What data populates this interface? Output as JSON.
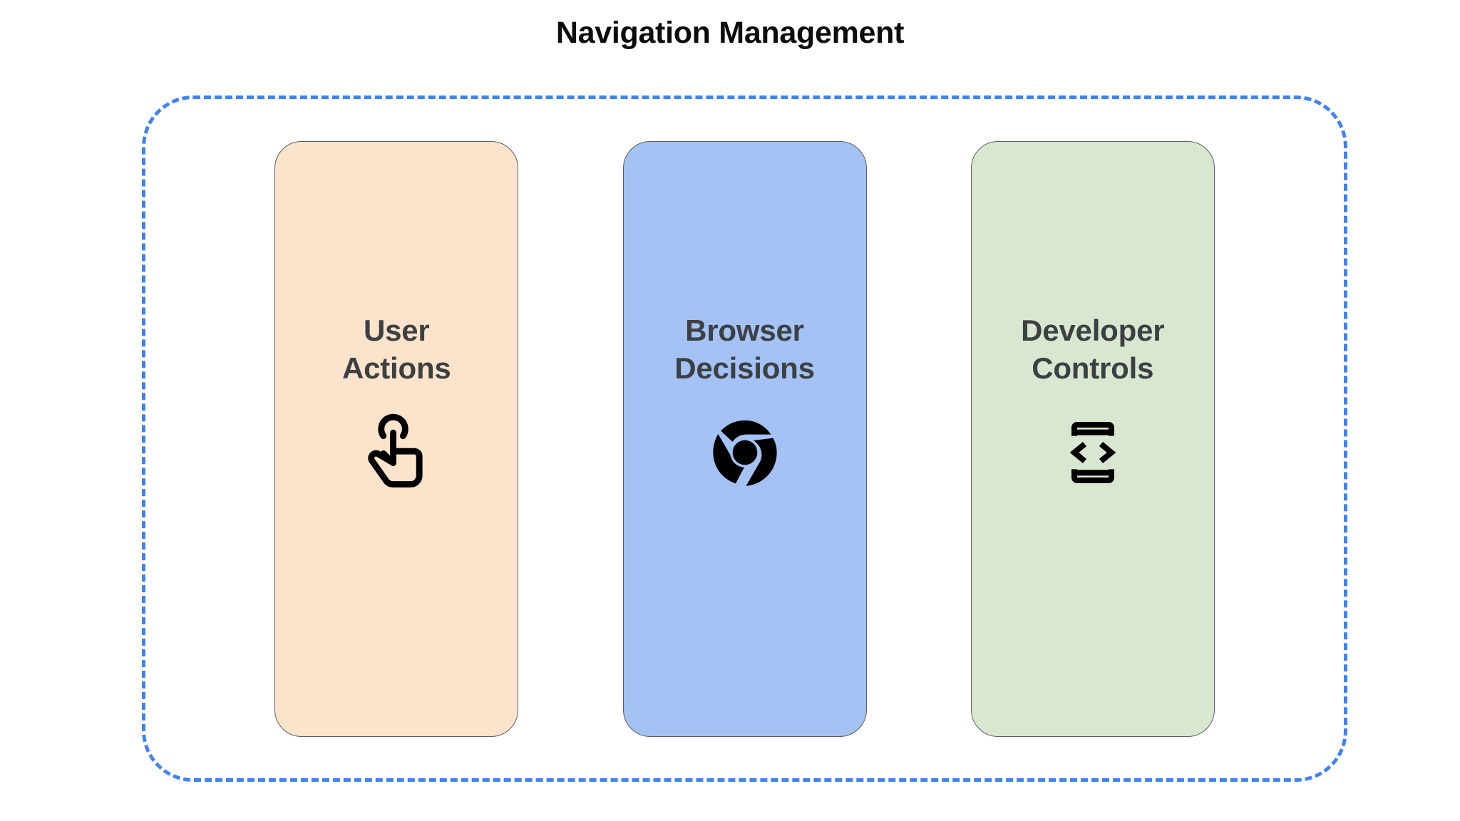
{
  "page": {
    "title": "Navigation Management",
    "background_color": "#ffffff",
    "title_color": "#0c0c0c"
  },
  "group": {
    "name": "navigation-management-group",
    "border_color": "#3f82f0",
    "border_style": "dashed"
  },
  "cards": [
    {
      "id": "user-actions",
      "label_line1": "User",
      "label_line2": "Actions",
      "icon": "touch-app-icon",
      "background_color": "#fbe3cc",
      "border_color": "#595d61",
      "label_color": "#3c4043",
      "icon_color": "#000000"
    },
    {
      "id": "browser-decisions",
      "label_line1": "Browser",
      "label_line2": "Decisions",
      "icon": "chrome-logo-icon",
      "background_color": "#a4c2f4",
      "border_color": "#595d61",
      "label_color": "#3c4043",
      "icon_color": "#000000"
    },
    {
      "id": "developer-controls",
      "label_line1": "Developer",
      "label_line2": "Controls",
      "icon": "developer-mode-icon",
      "background_color": "#d9e7d0",
      "border_color": "#595d61",
      "label_color": "#3c4043",
      "icon_color": "#000000"
    }
  ]
}
